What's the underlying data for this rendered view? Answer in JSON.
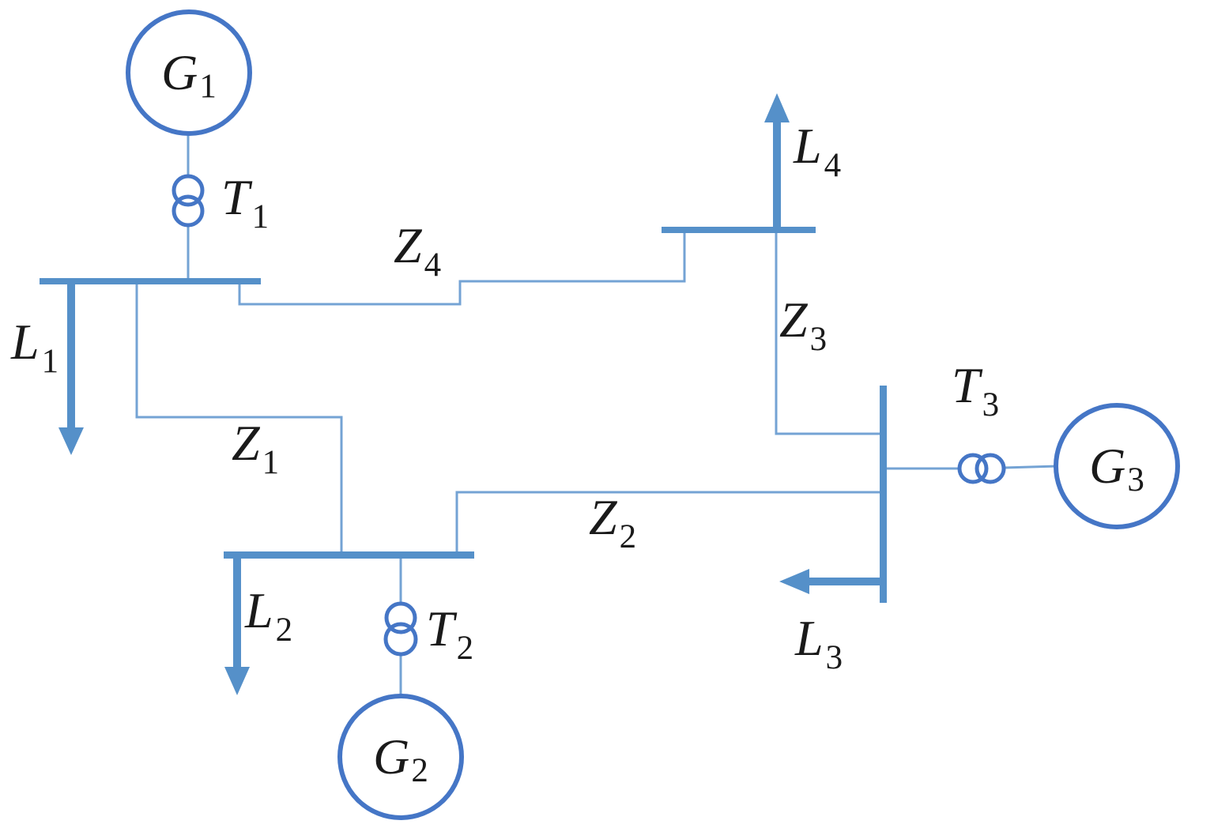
{
  "diagram_title": "power-system-single-line-diagram",
  "labels": {
    "g1": {
      "main": "G",
      "sub": "1"
    },
    "g2": {
      "main": "G",
      "sub": "2"
    },
    "g3": {
      "main": "G",
      "sub": "3"
    },
    "t1": {
      "main": "T",
      "sub": "1"
    },
    "t2": {
      "main": "T",
      "sub": "2"
    },
    "t3": {
      "main": "T",
      "sub": "3"
    },
    "l1": {
      "main": "L",
      "sub": "1"
    },
    "l2": {
      "main": "L",
      "sub": "2"
    },
    "l3": {
      "main": "L",
      "sub": "3"
    },
    "l4": {
      "main": "L",
      "sub": "4"
    },
    "z1": {
      "main": "Z",
      "sub": "1"
    },
    "z2": {
      "main": "Z",
      "sub": "2"
    },
    "z3": {
      "main": "Z",
      "sub": "3"
    },
    "z4": {
      "main": "Z",
      "sub": "4"
    }
  },
  "colors": {
    "bus_and_load": "#5590C9",
    "branch_line": "#74A3D4",
    "component_stroke": "#4576C6",
    "text": "#1a1a1a",
    "background": "#ffffff"
  }
}
